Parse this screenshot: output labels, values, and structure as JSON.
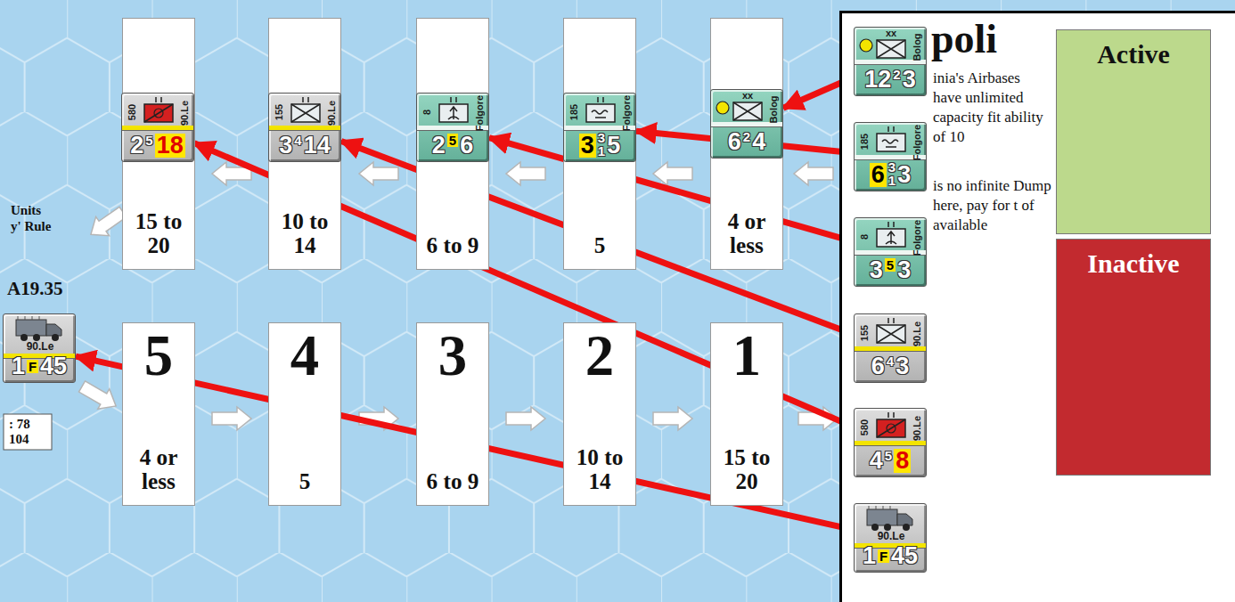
{
  "diagram": {
    "nodes": [
      {
        "text": [
          "15 to 20"
        ]
      },
      {
        "text": [
          "10 to 14"
        ]
      },
      {
        "text": [
          "6 to 9"
        ]
      },
      {
        "text": [
          "5"
        ]
      },
      {
        "text": [
          "4 or less"
        ]
      },
      {
        "text": [
          "580",
          "90.Le",
          "2",
          "5",
          "18"
        ]
      },
      {
        "text": [
          "155",
          "90.Le",
          "3",
          "4",
          "14"
        ]
      },
      {
        "text": [
          "8",
          "Folgore",
          "2",
          "5",
          "6"
        ]
      },
      {
        "text": [
          "185",
          "Folgore",
          "3",
          "3",
          "1",
          "5"
        ]
      },
      {
        "text": [
          "xx",
          "Bolog",
          "6",
          "2",
          "4"
        ]
      },
      {
        "text": [
          "5",
          "4 or less"
        ]
      },
      {
        "text": [
          "4",
          "5"
        ]
      },
      {
        "text": [
          "3",
          "6 to 9"
        ]
      },
      {
        "text": [
          "2",
          "10 to 14"
        ]
      },
      {
        "text": [
          "1",
          "15 to 20"
        ]
      },
      {
        "text": [
          "90.Le",
          "1",
          "F",
          "45"
        ]
      },
      {
        "text": [
          "poli",
          "inia's Airbases have unlimited capacity fit ability of 10",
          "is no infinite Dump here, pay for t of available"
        ]
      },
      {
        "text": [
          "Active"
        ],
        "in": 16
      },
      {
        "text": [
          "Inactive"
        ],
        "in": 16
      },
      {
        "text": [
          "xx",
          "Bolog",
          "12",
          "2",
          "3"
        ]
      },
      {
        "text": [
          "185",
          "Folgore",
          "6",
          "3",
          "1",
          "3"
        ]
      },
      {
        "text": [
          "8",
          "Folgore",
          "3",
          "5",
          "3"
        ]
      },
      {
        "text": [
          "155",
          "90.Le",
          "6",
          "4",
          "3"
        ]
      },
      {
        "text": [
          "580",
          "90.Le",
          "4",
          "5",
          "8"
        ]
      },
      {
        "text": [
          "90.Le",
          "1",
          "F",
          "45"
        ]
      }
    ],
    "edges": [
      {
        "from": 19,
        "to": 9,
        "arrow": "to"
      },
      {
        "from": 20,
        "to": 8,
        "arrow": "to"
      },
      {
        "from": 21,
        "to": 7,
        "arrow": "to"
      },
      {
        "from": 22,
        "to": 6,
        "arrow": "to"
      },
      {
        "from": 23,
        "to": 5,
        "arrow": "to"
      },
      {
        "from": 24,
        "to": 15,
        "arrow": "to"
      }
    ],
    "labels": [
      "Units",
      "y' Rule",
      "A19.35",
      ": 78",
      "104"
    ]
  }
}
